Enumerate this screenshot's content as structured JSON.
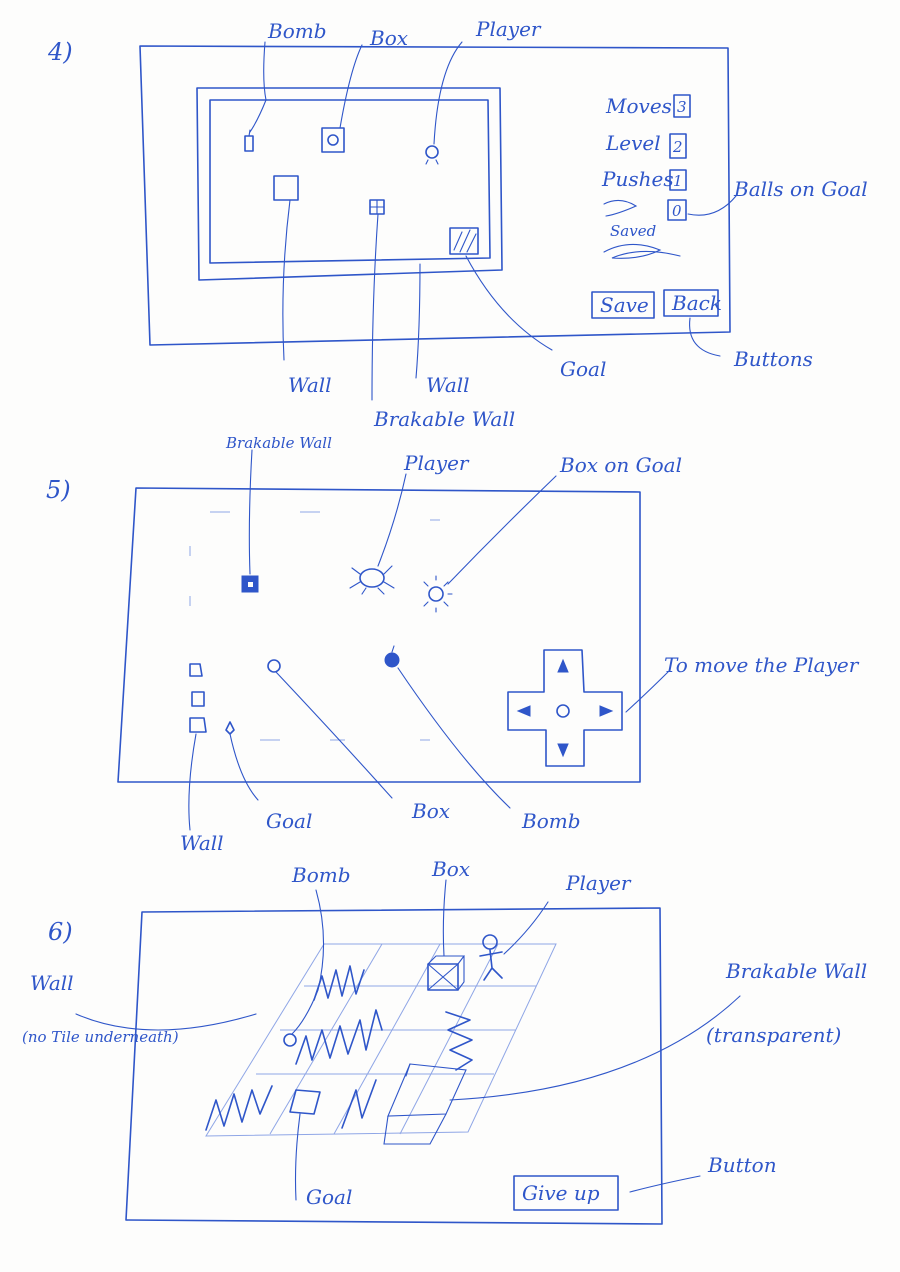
{
  "sketches": [
    {
      "number": "4)",
      "labels": {
        "bomb": "Bomb",
        "box": "Box",
        "player": "Player",
        "wall": "Wall",
        "wall2": "Wall",
        "breakable_wall": "Brakable Wall",
        "goal": "Goal",
        "balls_on_goal": "Balls on Goal",
        "buttons": "Buttons"
      },
      "stats": [
        {
          "label": "Moves",
          "value": "3"
        },
        {
          "label": "Level",
          "value": "2"
        },
        {
          "label": "Pushes",
          "value": "1"
        },
        {
          "label": "Saved",
          "value": "0"
        }
      ],
      "buttons": {
        "save": "Save",
        "back": "Back"
      }
    },
    {
      "number": "5)",
      "labels": {
        "breakable_wall": "Brakable Wall",
        "player": "Player",
        "box_on_goal": "Box on Goal",
        "move_player": "To move the Player",
        "wall": "Wall",
        "goal": "Goal",
        "box": "Box",
        "bomb": "Bomb"
      }
    },
    {
      "number": "6)",
      "labels": {
        "bomb": "Bomb",
        "box": "Box",
        "player": "Player",
        "wall": "Wall",
        "wall_note": "(no Tile underneath)",
        "breakable_wall": "Brakable Wall",
        "breakable_note": "(transparent)",
        "goal": "Goal",
        "button": "Button"
      },
      "buttons": {
        "give_up": "Give up"
      }
    }
  ]
}
